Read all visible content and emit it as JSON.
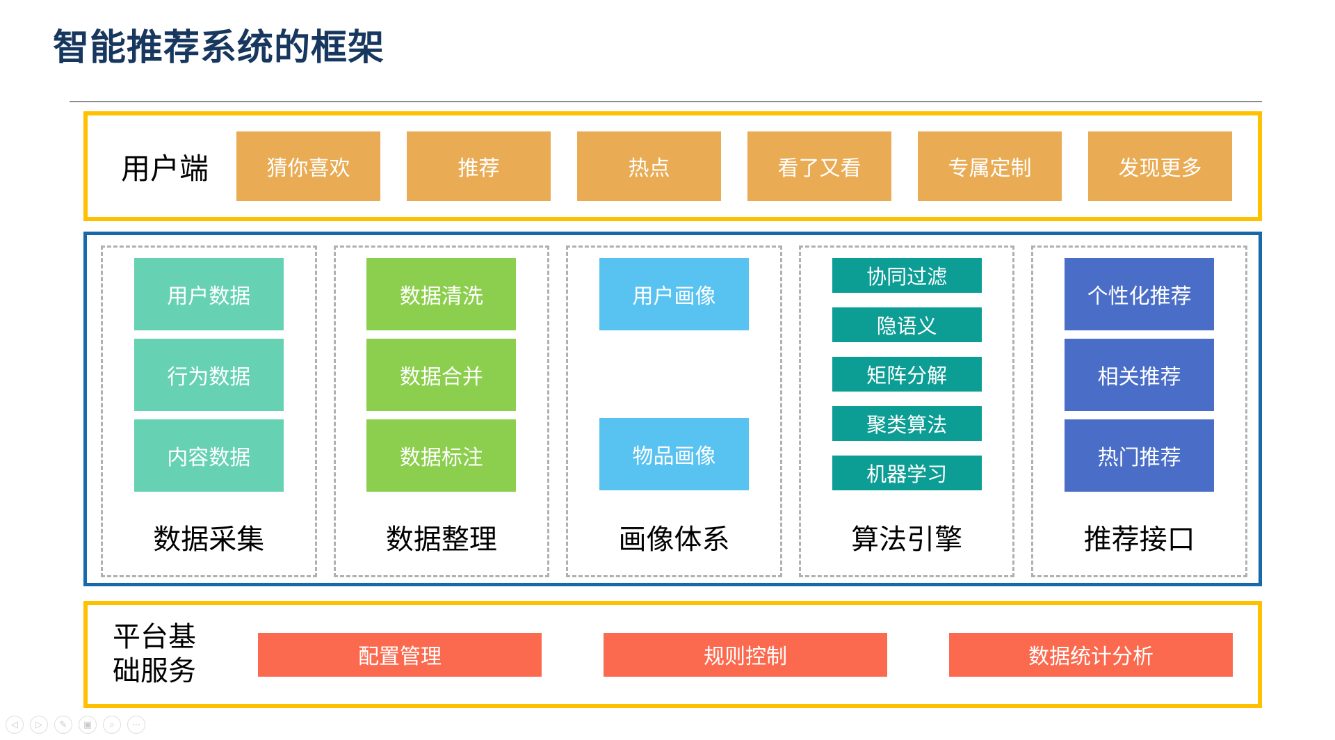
{
  "title": "智能推荐系统的框架",
  "colors": {
    "title_text": "#17375E",
    "gold_border": "#FFC000",
    "blue_border": "#1769A9",
    "orange_button": "#E9AB53",
    "red_button": "#FB6A4F"
  },
  "user_panel": {
    "label": "用户端",
    "buttons": [
      "猜你喜欢",
      "推荐",
      "热点",
      "看了又看",
      "专属定制",
      "发现更多"
    ]
  },
  "pipeline_panel": {
    "columns": [
      {
        "label": "数据采集",
        "box_color": "#66D2B3",
        "boxes": [
          "用户数据",
          "行为数据",
          "内容数据"
        ]
      },
      {
        "label": "数据整理",
        "box_color": "#8CCE4D",
        "boxes": [
          "数据清洗",
          "数据合并",
          "数据标注"
        ]
      },
      {
        "label": "画像体系",
        "box_color": "#58C2F1",
        "boxes": [
          "用户画像",
          "物品画像"
        ]
      },
      {
        "label": "算法引擎",
        "box_color": "#0C9D94",
        "boxes": [
          "协同过滤",
          "隐语义",
          "矩阵分解",
          "聚类算法",
          "机器学习"
        ]
      },
      {
        "label": "推荐接口",
        "box_color": "#4A6EC7",
        "boxes": [
          "个性化推荐",
          "相关推荐",
          "热门推荐"
        ]
      }
    ]
  },
  "platform_panel": {
    "label": "平台基础服务",
    "buttons": [
      "配置管理",
      "规则控制",
      "数据统计分析"
    ]
  },
  "presenter_controls": [
    {
      "name": "previous-slide",
      "glyph": "◁"
    },
    {
      "name": "next-slide",
      "glyph": "▷"
    },
    {
      "name": "pen-tool",
      "glyph": "✎"
    },
    {
      "name": "slide-navigator",
      "glyph": "▣"
    },
    {
      "name": "zoom-tool",
      "glyph": "⌕"
    },
    {
      "name": "more-options",
      "glyph": "⋯"
    }
  ]
}
